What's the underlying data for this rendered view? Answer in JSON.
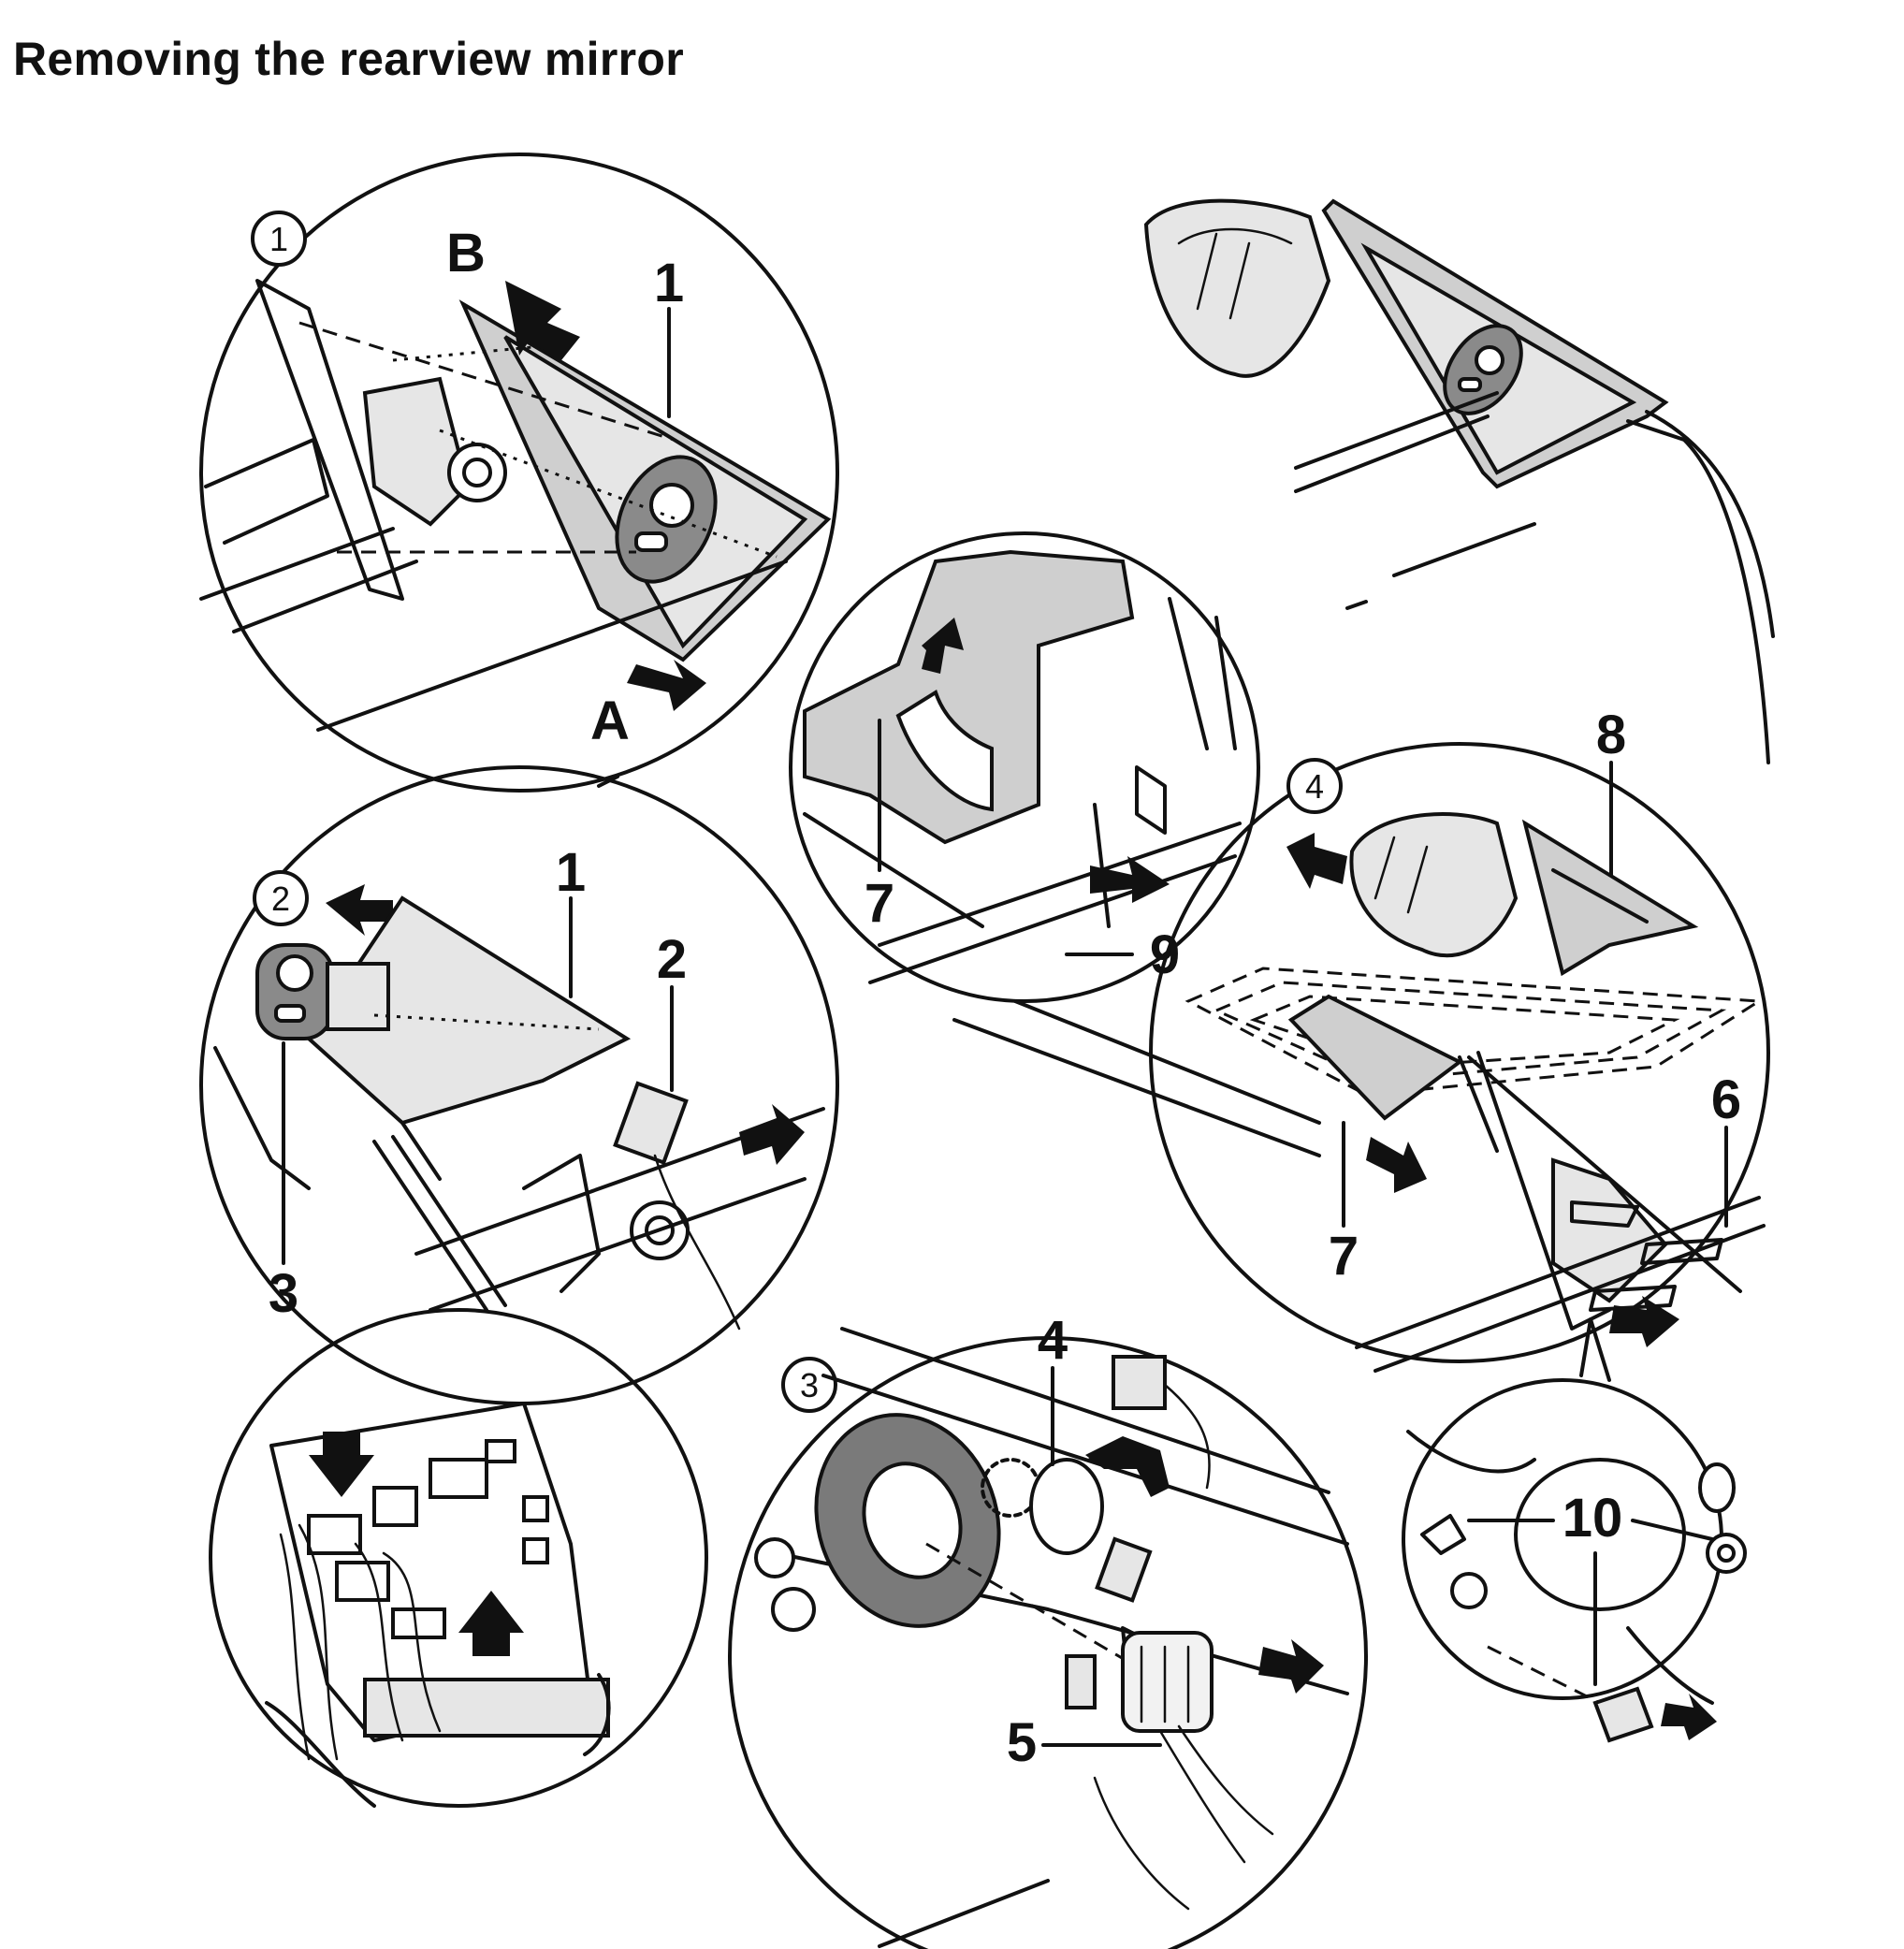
{
  "title": "Removing the rearview mirror",
  "steps": [
    "1",
    "2",
    "3",
    "4"
  ],
  "callouts": {
    "c1_a": "1",
    "c1_b": "1",
    "c2": "2",
    "c3": "3",
    "c4": "4",
    "c5": "5",
    "c6": "6",
    "c7_a": "7",
    "c7_b": "7",
    "c8": "8",
    "c9": "9",
    "c10": "10",
    "letter_a": "A",
    "letter_b": "B"
  }
}
